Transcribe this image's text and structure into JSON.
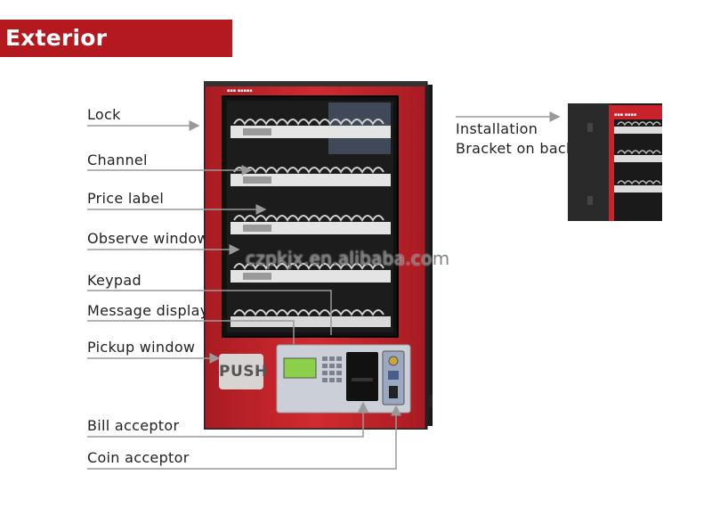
{
  "title": "Exterior Structure",
  "labels": {
    "lock": "Lock",
    "channel": "Channel",
    "price_label": "Price label",
    "observe_window": "Observe window",
    "keypad": "Keypad",
    "message_display": "Message display",
    "pickup_window": "Pickup window",
    "bill_acceptor": "Bill acceptor",
    "coin_acceptor": "Coin acceptor",
    "installation_line1": "Installation",
    "installation_line2": "Bracket on back"
  },
  "push_button": "PUSH",
  "watermark": "czpkjx.en.alibaba.com",
  "colors": {
    "banner": "#b3191f",
    "cabinet_red": "#c8232a",
    "leader_line": "#9a9a9a",
    "window_dark": "#141414"
  }
}
